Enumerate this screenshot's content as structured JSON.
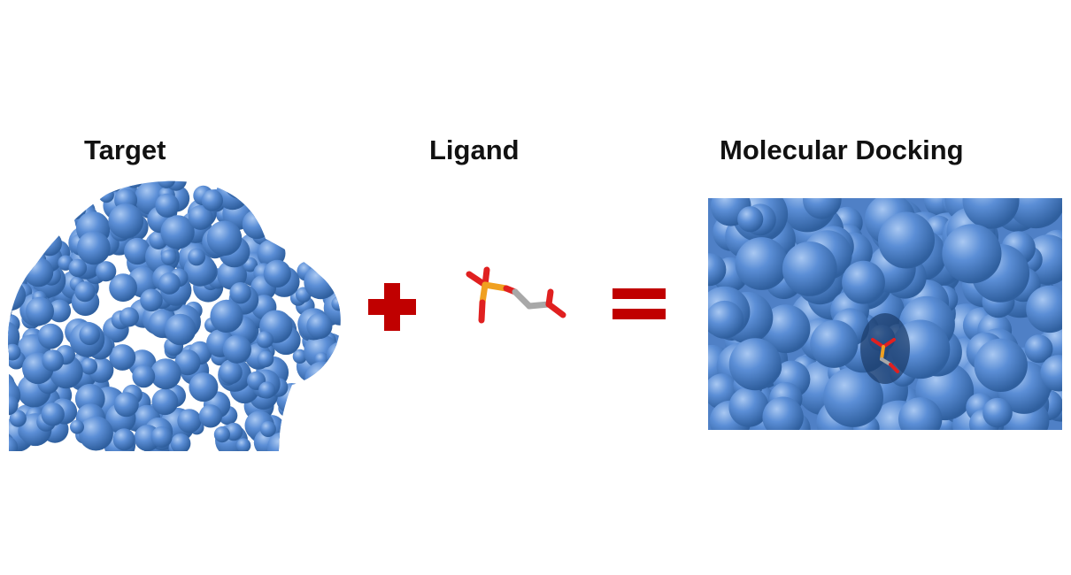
{
  "labels": {
    "target": "Target",
    "ligand": "Ligand",
    "docking": "Molecular Docking"
  },
  "colors": {
    "protein": "#5b8ed6",
    "protein_dark": "#2f5f9e",
    "operator": "#c00000",
    "ligand_carbon": "#a8a8a8",
    "ligand_phosphorus": "#f0a020",
    "ligand_oxygen": "#e02020"
  },
  "operators": {
    "first": "plus-icon",
    "second": "equals-icon"
  }
}
